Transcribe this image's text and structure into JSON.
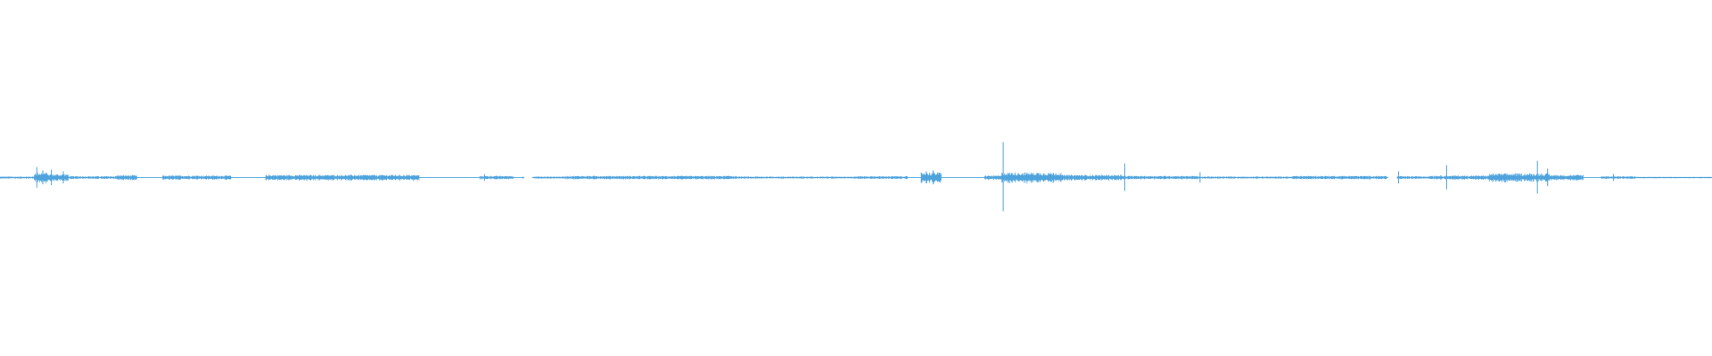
{
  "waveform": {
    "color": "#4ea3dd",
    "background": "#ffffff",
    "baseline_color": "#6ab3e6",
    "bursts": [
      {
        "start": 0.0,
        "end": 0.02,
        "amp": 0.006
      },
      {
        "start": 0.02,
        "end": 0.028,
        "amp": 0.03
      },
      {
        "start": 0.028,
        "end": 0.04,
        "amp": 0.02
      },
      {
        "start": 0.04,
        "end": 0.075,
        "amp": 0.008
      },
      {
        "start": 0.068,
        "end": 0.08,
        "amp": 0.014
      },
      {
        "start": 0.095,
        "end": 0.135,
        "amp": 0.012
      },
      {
        "start": 0.155,
        "end": 0.245,
        "amp": 0.016
      },
      {
        "start": 0.28,
        "end": 0.3,
        "amp": 0.01
      },
      {
        "start": 0.305,
        "end": 0.33,
        "amp": 0.006
      },
      {
        "start": 0.33,
        "end": 0.43,
        "amp": 0.01
      },
      {
        "start": 0.43,
        "end": 0.5,
        "amp": 0.006
      },
      {
        "start": 0.5,
        "end": 0.53,
        "amp": 0.008
      },
      {
        "start": 0.538,
        "end": 0.55,
        "amp": 0.03
      },
      {
        "start": 0.575,
        "end": 0.585,
        "amp": 0.012
      },
      {
        "start": 0.585,
        "end": 0.62,
        "amp": 0.03
      },
      {
        "start": 0.62,
        "end": 0.655,
        "amp": 0.016
      },
      {
        "start": 0.655,
        "end": 0.7,
        "amp": 0.01
      },
      {
        "start": 0.7,
        "end": 0.76,
        "amp": 0.006
      },
      {
        "start": 0.755,
        "end": 0.81,
        "amp": 0.01
      },
      {
        "start": 0.815,
        "end": 0.835,
        "amp": 0.008
      },
      {
        "start": 0.835,
        "end": 0.87,
        "amp": 0.012
      },
      {
        "start": 0.87,
        "end": 0.905,
        "amp": 0.024
      },
      {
        "start": 0.905,
        "end": 0.925,
        "amp": 0.016
      },
      {
        "start": 0.935,
        "end": 0.955,
        "amp": 0.008
      },
      {
        "start": 0.955,
        "end": 1.0,
        "amp": 0.004
      }
    ],
    "gaps": [
      {
        "start": 0.306,
        "end": 0.311
      },
      {
        "start": 0.811,
        "end": 0.816
      }
    ],
    "spikes": [
      {
        "pos": 0.0215,
        "amp": 0.06
      },
      {
        "pos": 0.025,
        "amp": 0.04
      },
      {
        "pos": 0.03,
        "amp": 0.045
      },
      {
        "pos": 0.037,
        "amp": 0.035
      },
      {
        "pos": 0.283,
        "amp": 0.02
      },
      {
        "pos": 0.541,
        "amp": 0.035
      },
      {
        "pos": 0.545,
        "amp": 0.04
      },
      {
        "pos": 0.586,
        "amp": 0.2
      },
      {
        "pos": 0.657,
        "amp": 0.08
      },
      {
        "pos": 0.701,
        "amp": 0.03
      },
      {
        "pos": 0.817,
        "amp": 0.035
      },
      {
        "pos": 0.845,
        "amp": 0.07
      },
      {
        "pos": 0.898,
        "amp": 0.095
      },
      {
        "pos": 0.904,
        "amp": 0.05
      },
      {
        "pos": 0.9425,
        "amp": 0.02
      }
    ]
  }
}
